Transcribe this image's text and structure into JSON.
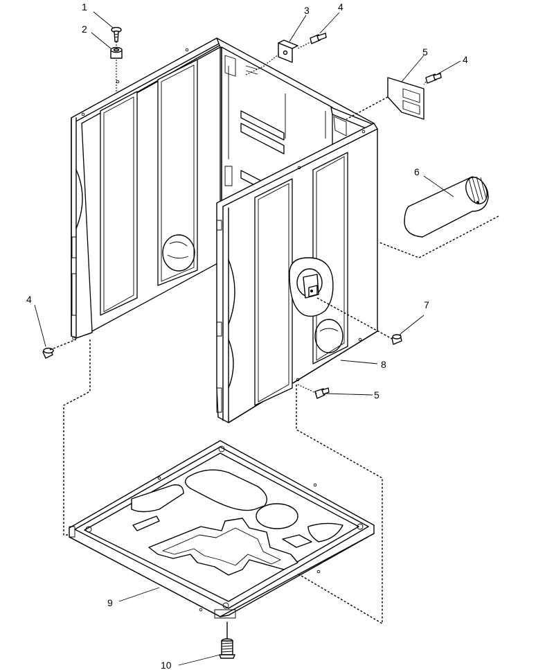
{
  "callouts": [
    {
      "id": "c1",
      "text": "1"
    },
    {
      "id": "c2",
      "text": "2"
    },
    {
      "id": "c3",
      "text": "3"
    },
    {
      "id": "c4a",
      "text": "4"
    },
    {
      "id": "c5a",
      "text": "5"
    },
    {
      "id": "c4b",
      "text": "4"
    },
    {
      "id": "c6",
      "text": "6"
    },
    {
      "id": "c4c",
      "text": "4"
    },
    {
      "id": "c7",
      "text": "7"
    },
    {
      "id": "c8",
      "text": "8"
    },
    {
      "id": "c5b",
      "text": "5"
    },
    {
      "id": "c9",
      "text": "9"
    },
    {
      "id": "c10",
      "text": "10"
    }
  ]
}
